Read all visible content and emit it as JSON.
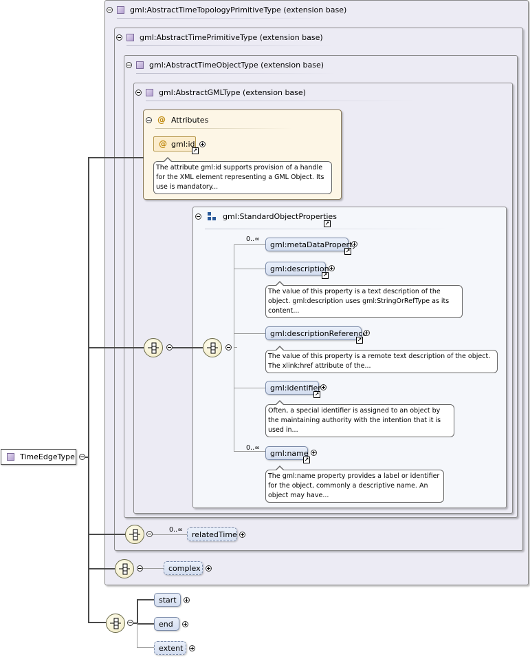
{
  "root": {
    "label": "TimeEdgeType"
  },
  "extensions": [
    {
      "label": "gml:AbstractTimeTopologyPrimitiveType (extension base)"
    },
    {
      "label": "gml:AbstractTimePrimitiveType (extension base)"
    },
    {
      "label": "gml:AbstractTimeObjectType (extension base)"
    },
    {
      "label": "gml:AbstractGMLType (extension base)"
    }
  ],
  "attributes": {
    "header": "Attributes",
    "icon": "@",
    "id": {
      "label": "gml:id",
      "doc": "The attribute gml:id supports provision of a handle for the XML element representing a GML Object. Its use is mandatory..."
    }
  },
  "group": {
    "label": "gml:StandardObjectProperties"
  },
  "elements": [
    {
      "label": "gml:metaDataProperty",
      "card": "0..∞",
      "doc": ""
    },
    {
      "label": "gml:description",
      "card": "",
      "doc": "The value of this property is a text description of the object. gml:description uses gml:StringOrRefType as its content..."
    },
    {
      "label": "gml:descriptionReference",
      "card": "",
      "doc": "The value of this property is a remote text description of the object. The xlink:href attribute of the..."
    },
    {
      "label": "gml:identifier",
      "card": "",
      "doc": "Often, a special identifier is assigned to an object by the maintaining authority with the intention that it is used in..."
    },
    {
      "label": "gml:name",
      "card": "0..∞",
      "doc": "The gml:name property provides a label or identifier for the object, commonly a descriptive name. An object may have..."
    }
  ],
  "relatedTime": {
    "label": "relatedTime",
    "card": "0..∞"
  },
  "complex": {
    "label": "complex"
  },
  "seq_items": [
    {
      "label": "start"
    },
    {
      "label": "end"
    },
    {
      "label": "extent"
    }
  ],
  "colors": {
    "extension_bg": "#ecebf4",
    "attributes_bg": "#fdf6e6",
    "element_bg": "#dde6f4",
    "compositor_bg": "#f7f3d8"
  },
  "icons": {
    "collapse": "minus-circle-icon",
    "expand": "plus-circle-icon",
    "reference": "arrow-reference-icon",
    "sequence": "sequence-compositor-icon",
    "type": "complex-type-icon",
    "group": "group-icon"
  }
}
